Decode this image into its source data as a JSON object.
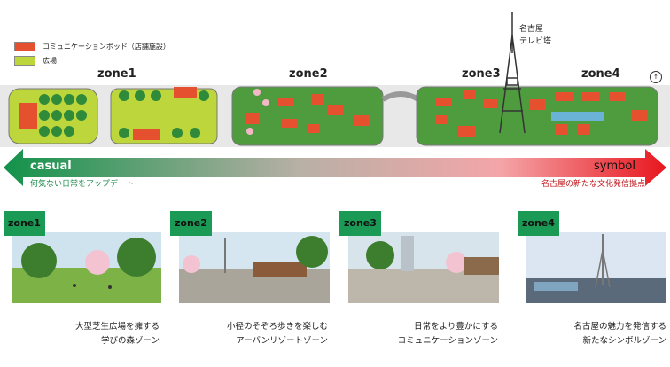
{
  "legend": {
    "items": [
      {
        "label": "コミュニケーションポッド（店舗施設）",
        "color": "#e5512f"
      },
      {
        "label": "広場",
        "color": "#bcd63b"
      }
    ]
  },
  "map": {
    "zones": [
      "zone1",
      "zone2",
      "zone3",
      "zone4"
    ],
    "tower_label_line1": "名古屋",
    "tower_label_line2": "テレビ塔"
  },
  "spectrum": {
    "left_label": "casual",
    "right_label": "symbol",
    "left_sub": "何気ない日常をアップデート",
    "right_sub": "名古屋の新たな文化発信拠点",
    "left_color": "#12924a",
    "right_color": "#e8161e"
  },
  "panels": [
    {
      "tag": "zone1",
      "caption_line1": "大型芝生広場を擁する",
      "caption_line2": "学びの森ゾーン"
    },
    {
      "tag": "zone2",
      "caption_line1": "小径のそぞろ歩きを楽しむ",
      "caption_line2": "アーバンリゾートゾーン"
    },
    {
      "tag": "zone3",
      "caption_line1": "日常をより豊かにする",
      "caption_line2": "コミュニケーションゾーン"
    },
    {
      "tag": "zone4",
      "caption_line1": "名古屋の魅力を発信する",
      "caption_line2": "新たなシンボルゾーン"
    }
  ]
}
